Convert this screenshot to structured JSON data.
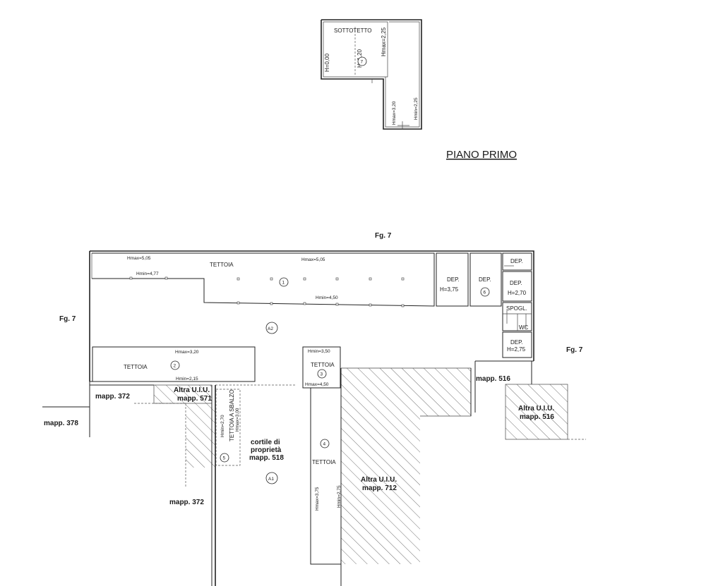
{
  "title": "PIANO PRIMO",
  "sheets": {
    "top": "Fg. 7",
    "left": "Fg. 7",
    "right": "Fg. 7"
  },
  "sottotetto": {
    "label": "SOTTOTETTO",
    "h1": "H=0,00",
    "h2": "H=1,20",
    "hmax": "Hmax=2,25",
    "num": "7",
    "hmax_lower": "Hmax=3,20",
    "hmin_lower": "Hmin=2,25"
  },
  "tettoia1": {
    "label": "TETTOIA",
    "hmax_left": "Hmax=5,05",
    "hmin_left": "Hmin=4,77",
    "hmax_right": "Hmax=5,05",
    "hmin_right": "Hmin=4,50",
    "num": "1"
  },
  "dep_a": {
    "label": "DEP.",
    "h": "H=3,75"
  },
  "dep_b": {
    "label": "DEP.",
    "num": "6"
  },
  "dep_c": {
    "label": "DEP."
  },
  "dep_d": {
    "label": "DEP.",
    "h": "H=2,70"
  },
  "spogl": {
    "label": "SPOGL."
  },
  "wc": {
    "label": "WC"
  },
  "dep_e": {
    "label": "DEP.",
    "h": "H=2,75"
  },
  "a2": "A2",
  "a1": "A1",
  "tettoia2": {
    "label": "TETTOIA",
    "hmax": "Hmax=3,20",
    "hmin": "Hmin=2,15",
    "num": "2"
  },
  "tettoia3": {
    "label": "TETTOIA",
    "hmin": "Hmin=3,50",
    "hmax": "Hmax=4,50",
    "num": "3"
  },
  "tettoia4": {
    "label": "TETTOIA",
    "hmax": "Hmax=3,75",
    "hmin": "Hmin=2,75",
    "num": "4"
  },
  "tettoia5": {
    "label": "TETTOIA A SBALZO",
    "hmax": "Hmax=3,00",
    "hmin": "Hmin=2,70",
    "num": "5"
  },
  "altra571": {
    "line1": "Altra U.I.U.",
    "line2": "mapp. 571"
  },
  "altra712": {
    "line1": "Altra U.I.U.",
    "line2": "mapp. 712"
  },
  "altra516": {
    "line1": "Altra U.I.U.",
    "line2": "mapp. 516"
  },
  "cortile": {
    "line1": "cortile di",
    "line2": "proprietà",
    "line3": "mapp. 518"
  },
  "mapp372_top": "mapp. 372",
  "mapp372_bottom": "mapp. 372",
  "mapp378": "mapp. 378",
  "mapp516": "mapp. 516"
}
